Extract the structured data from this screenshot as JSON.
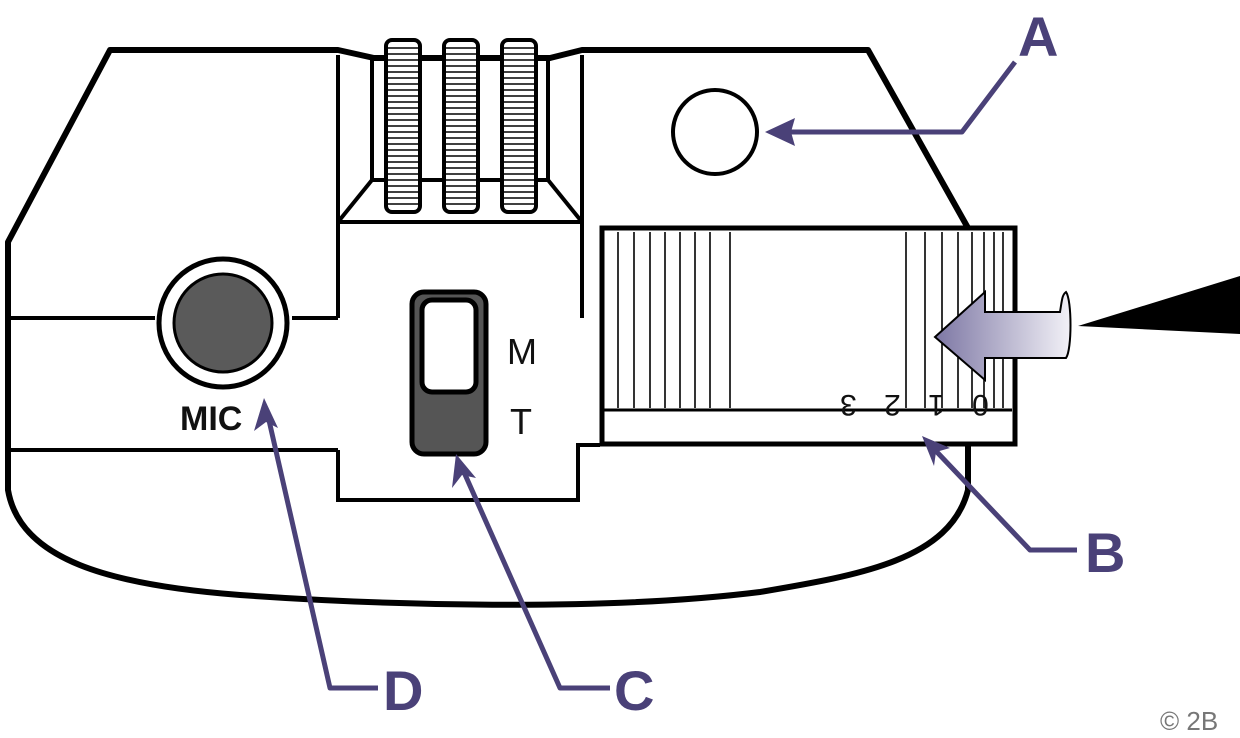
{
  "callouts": {
    "a": "A",
    "b": "B",
    "c": "C",
    "d": "D"
  },
  "device": {
    "mic_label": "MIC",
    "mode_upper": "M",
    "mode_lower": "T",
    "scale_numbers": [
      "3",
      "2",
      "1",
      "0"
    ]
  },
  "copyright": "© 2B",
  "colors": {
    "callout": "#4a4178",
    "outline": "#000000",
    "mic": "#5a5a5a",
    "switch_body": "#555555",
    "rotate_arrow": "#8a84ac"
  }
}
